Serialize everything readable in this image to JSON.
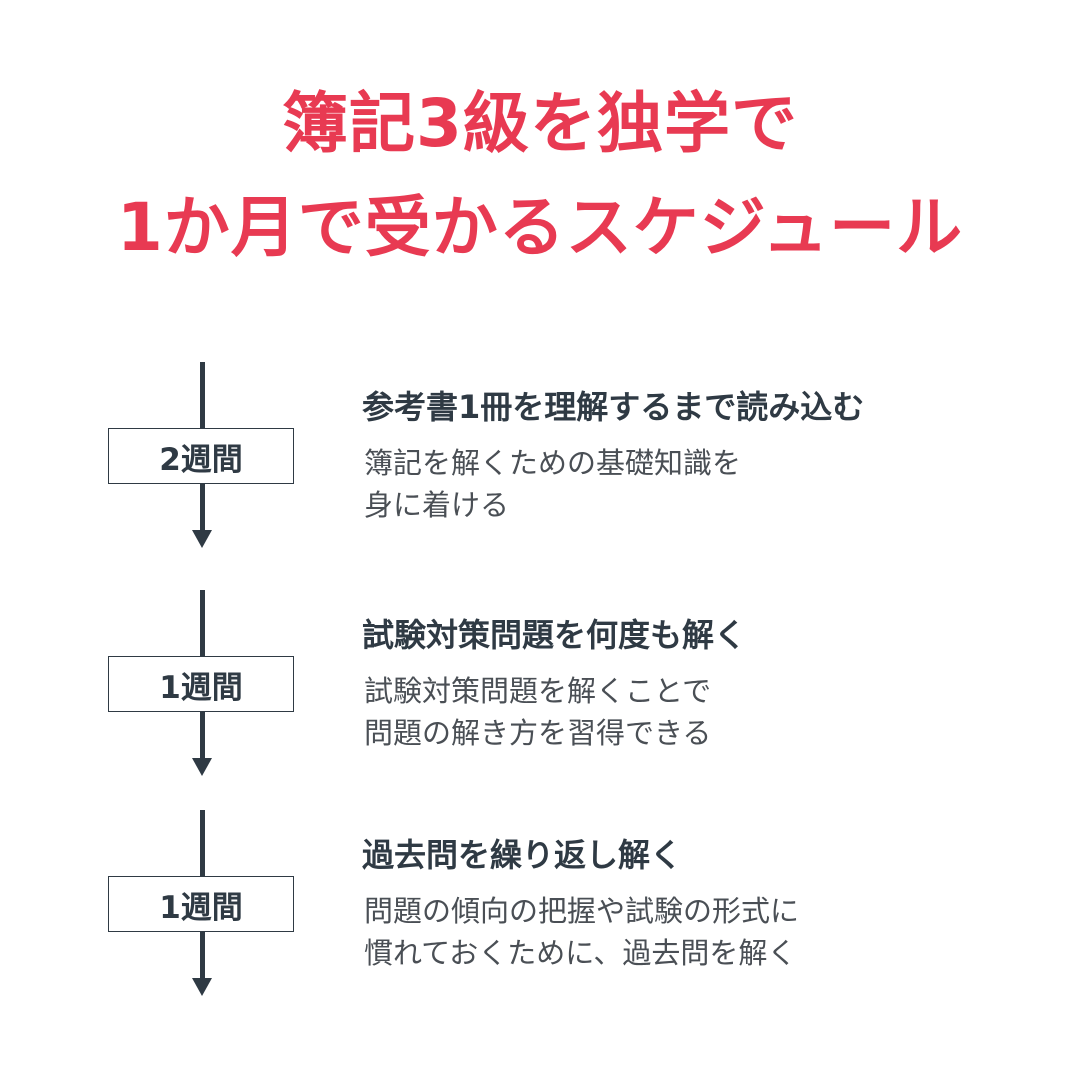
{
  "title": {
    "line1": "簿記3級を独学で",
    "line2": "1か月で受かるスケジュール"
  },
  "steps": [
    {
      "duration": "2週間",
      "heading": "参考書1冊を理解するまで読み込む",
      "desc_line1": "簿記を解くための基礎知識を",
      "desc_line2": "身に着ける"
    },
    {
      "duration": "1週間",
      "heading": "試験対策問題を何度も解く",
      "desc_line1": "試験対策問題を解くことで",
      "desc_line2": "問題の解き方を習得できる"
    },
    {
      "duration": "1週間",
      "heading": "過去問を繰り返し解く",
      "desc_line1": "問題の傾向の把握や試験の形式に",
      "desc_line2": "慣れておくために、過去問を解く"
    }
  ],
  "colors": {
    "title": "#e83a52",
    "text": "#2f3a44"
  }
}
